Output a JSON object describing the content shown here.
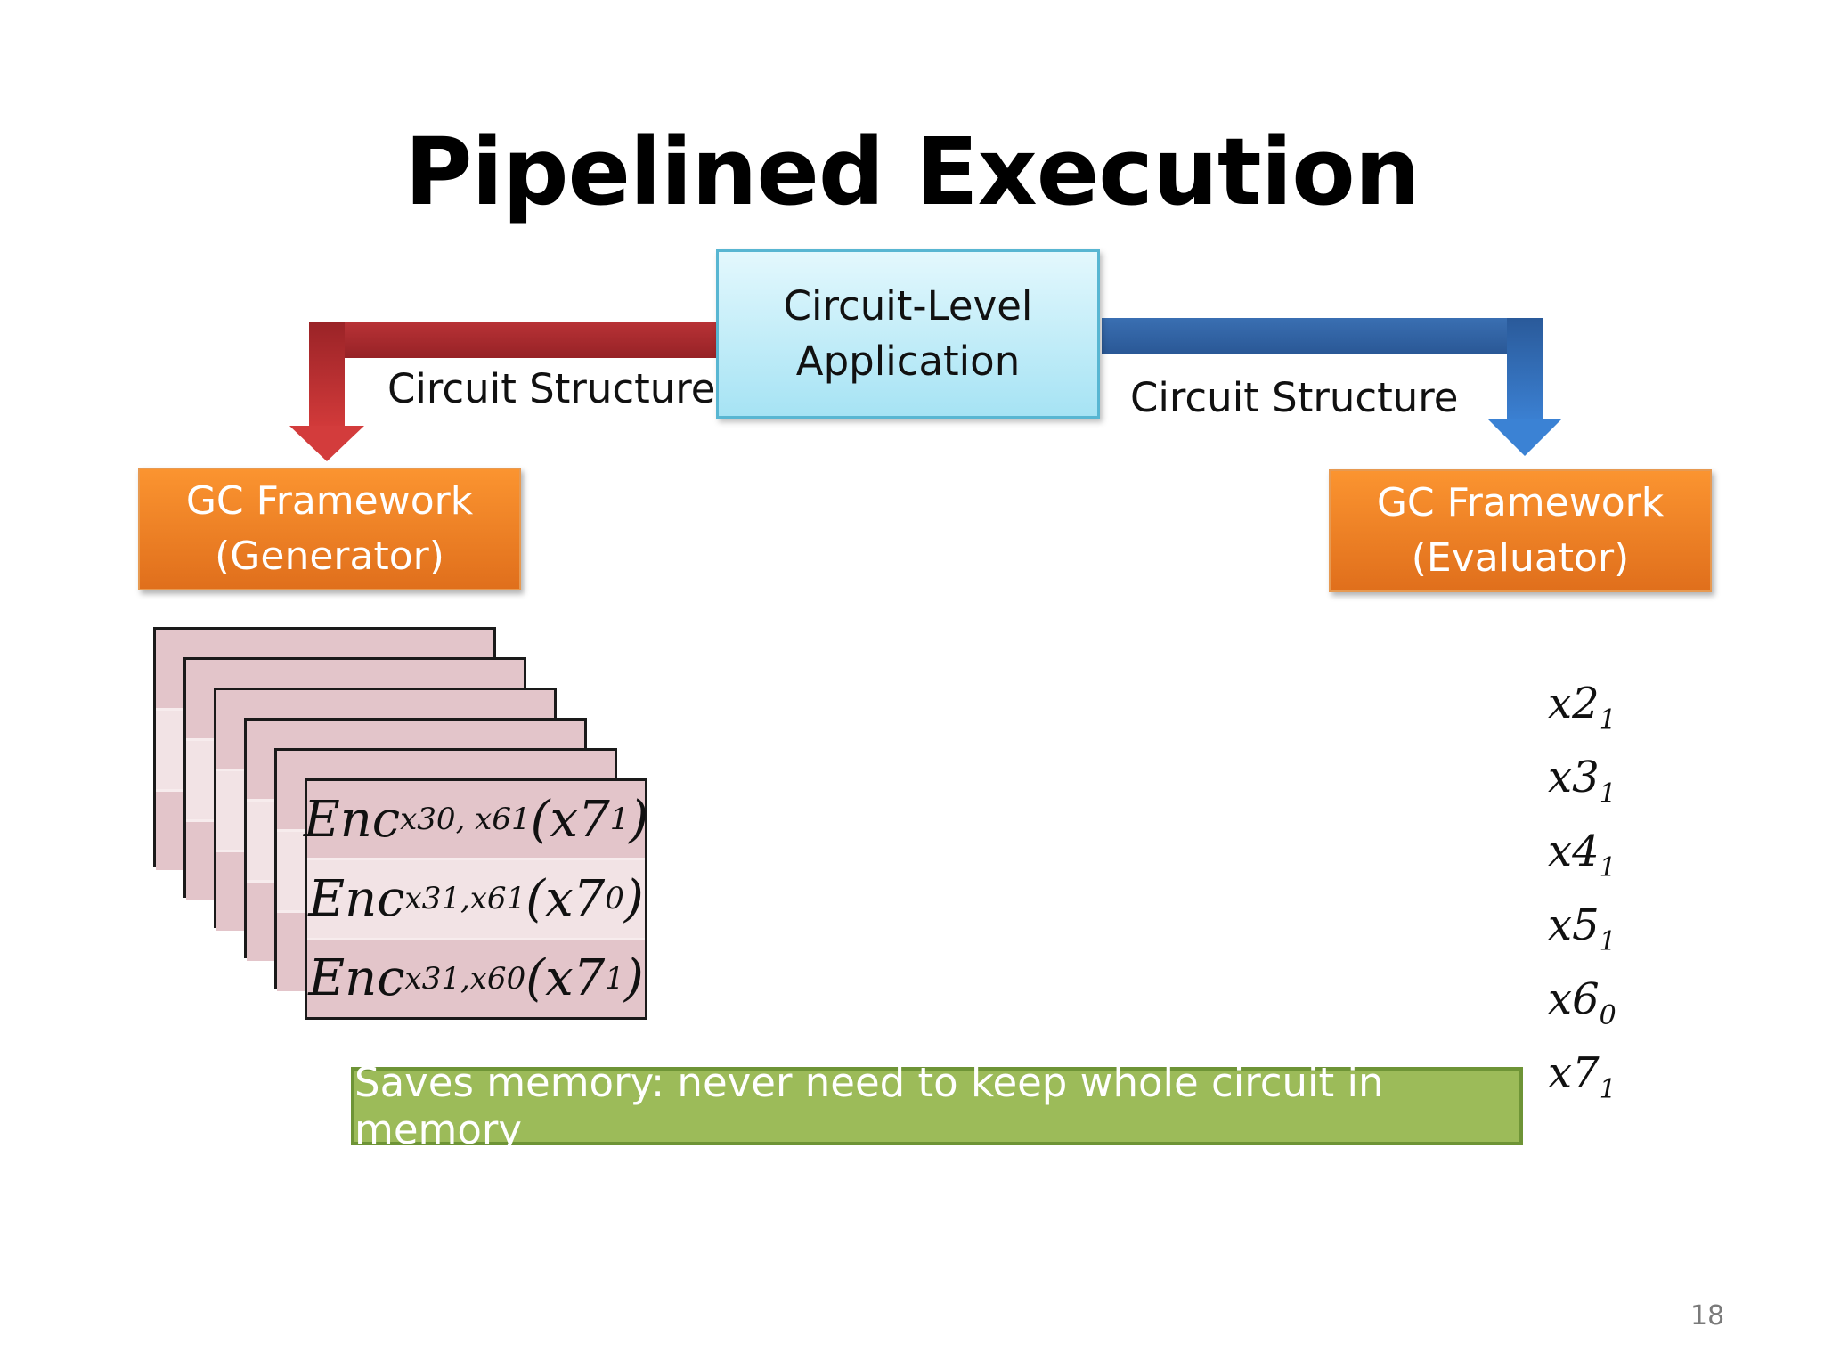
{
  "title": "Pipelined Execution",
  "app_box": {
    "line1": "Circuit-Level",
    "line2": "Application"
  },
  "arrows": {
    "left_label": "Circuit Structure",
    "right_label": "Circuit Structure",
    "left_color": "#a8282c",
    "right_color": "#2c5fa0"
  },
  "generator_box": {
    "line1": "GC Framework",
    "line2": "(Generator)"
  },
  "evaluator_box": {
    "line1": "GC Framework",
    "line2": "(Evaluator)"
  },
  "generator_stack": {
    "back_card_count": 5,
    "front_rows": [
      {
        "base": "Enc",
        "sub": "x30, x61",
        "arg_var": "x7",
        "arg_sub": "1"
      },
      {
        "base": "Enc",
        "sub": "x31,x61",
        "arg_var": "x7",
        "arg_sub": "0"
      },
      {
        "base": "Enc",
        "sub": "x31,x60",
        "arg_var": "x7",
        "arg_sub": "1"
      }
    ]
  },
  "evaluator_values": [
    {
      "var": "x2",
      "sub": "1"
    },
    {
      "var": "x3",
      "sub": "1"
    },
    {
      "var": "x4",
      "sub": "1"
    },
    {
      "var": "x5",
      "sub": "1"
    },
    {
      "var": "x6",
      "sub": "0"
    },
    {
      "var": "x7",
      "sub": "1"
    }
  ],
  "note": "Saves memory: never need to keep whole circuit in memory",
  "page_number": "18"
}
